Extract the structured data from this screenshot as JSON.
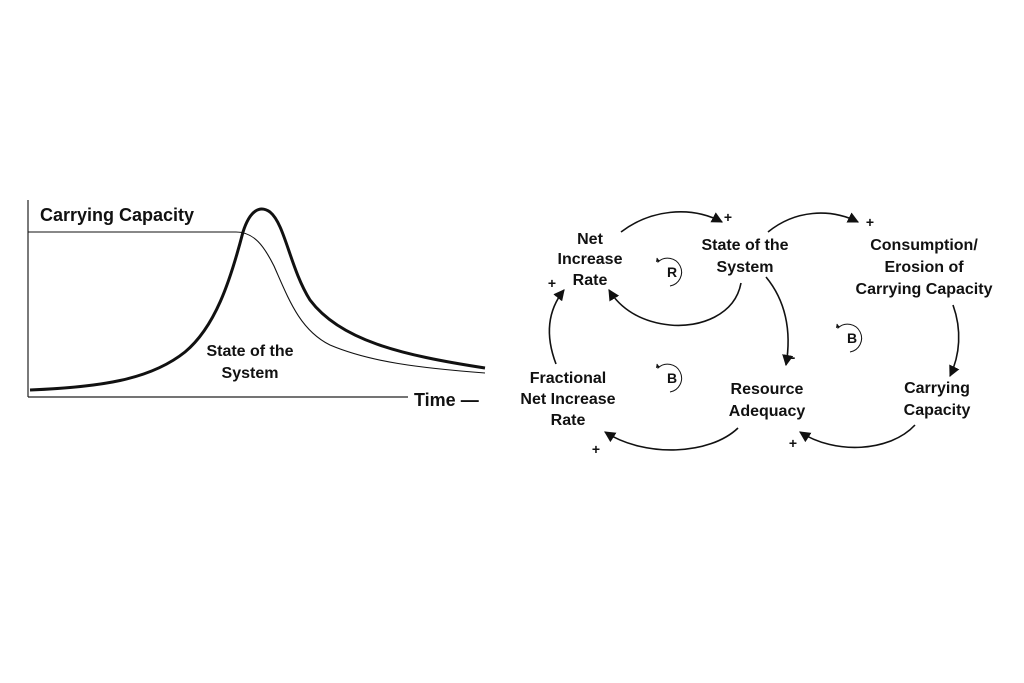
{
  "chart": {
    "carrying_capacity_label": "Carrying Capacity",
    "state_label_line1": "State of the",
    "state_label_line2": "System",
    "time_label": "Time —"
  },
  "diagram": {
    "nodes": {
      "net_increase_rate": [
        "Net",
        "Increase",
        "Rate"
      ],
      "state_of_system": [
        "State of the",
        "System"
      ],
      "consumption": [
        "Consumption/",
        "Erosion of",
        "Carrying Capacity"
      ],
      "carrying_capacity": [
        "Carrying",
        "Capacity"
      ],
      "resource_adequacy": [
        "Resource",
        "Adequacy"
      ],
      "fractional_rate": [
        "Fractional",
        "Net Increase",
        "Rate"
      ]
    },
    "polarities": {
      "net_to_state": "+",
      "state_to_consumption": "+",
      "state_to_resource": "-",
      "fractional_to_net": "+",
      "resource_to_fractional": "+",
      "carrying_to_resource": "+"
    },
    "loops": {
      "reinforcing": "R",
      "balancing_left": "B",
      "balancing_right": "B"
    }
  }
}
